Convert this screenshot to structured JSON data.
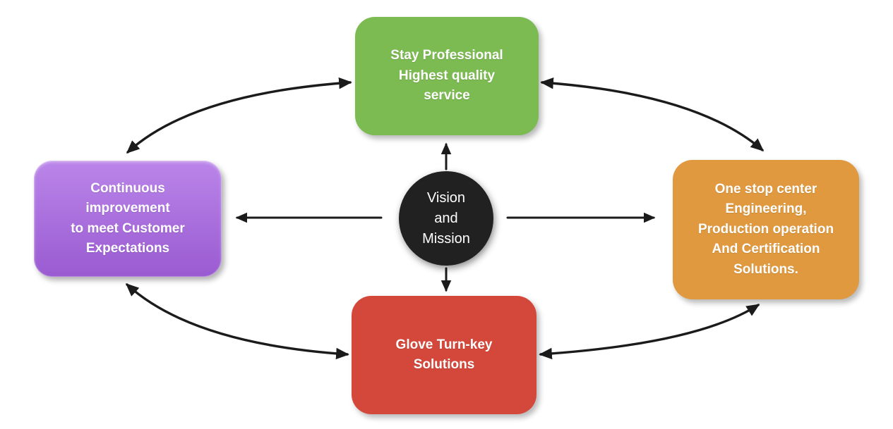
{
  "center": {
    "text": "Vision\nand\nMission"
  },
  "nodes": {
    "top": {
      "text": "Stay Professional\nHighest quality\nservice"
    },
    "left": {
      "text": "Continuous\nimprovement\nto meet Customer\nExpectations"
    },
    "right": {
      "text": "One stop center\nEngineering,\nProduction operation\nAnd Certification\nSolutions."
    },
    "bottom": {
      "text": "Glove Turn-key\nSolutions"
    }
  },
  "colors": {
    "green": "#7CBA52",
    "purple-top": "#BA85E9",
    "purple-bottom": "#9A5BD1",
    "orange": "#E0993E",
    "red": "#D4483B",
    "circle": "#212121",
    "arrow": "#1B1B1B",
    "text": "#FFFFFF"
  }
}
